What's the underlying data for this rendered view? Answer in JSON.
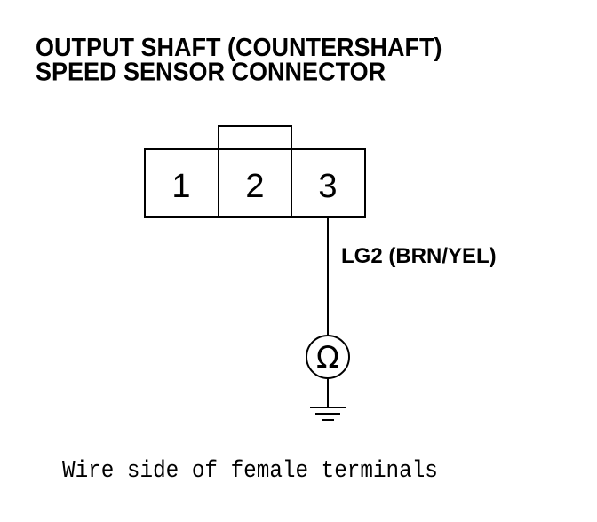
{
  "title": {
    "line1": "OUTPUT SHAFT (COUNTERSHAFT)",
    "line2": "SPEED SENSOR CONNECTOR"
  },
  "connector": {
    "pins": [
      "1",
      "2",
      "3"
    ]
  },
  "wire": {
    "label": "LG2 (BRN/YEL)"
  },
  "meter": {
    "symbol": "Ω"
  },
  "caption": "Wire side of female terminals"
}
